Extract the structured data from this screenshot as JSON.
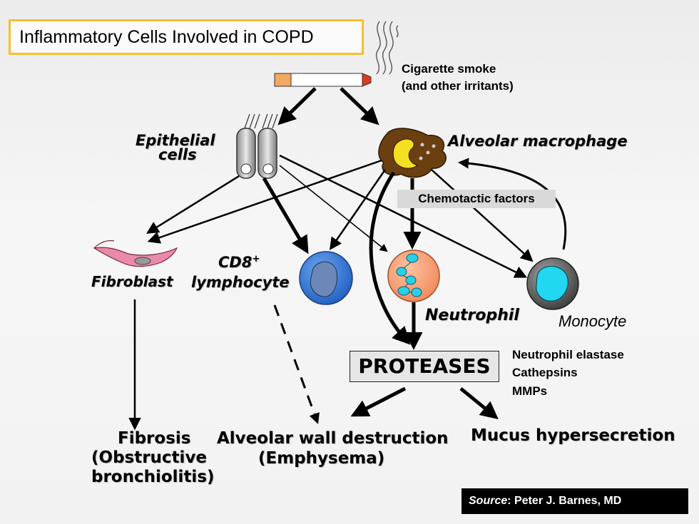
{
  "title": "Inflammatory Cells Involved in COPD",
  "smoke_label_1": "Cigarette smoke",
  "smoke_label_2": "(and other irritants)",
  "epithelial_1": "Epithelial",
  "epithelial_2": "cells",
  "macrophage": "Alveolar macrophage",
  "chemotactic": "Chemotactic factors",
  "fibroblast": "Fibroblast",
  "cd8": "CD8",
  "cd8_sup": "+",
  "lymphocyte": "lymphocyte",
  "neutrophil": "Neutrophil",
  "monocyte": "Monocyte",
  "proteases": "PROTEASES",
  "protease_list": [
    "Neutrophil elastase",
    "Cathepsins",
    "MMPs"
  ],
  "outcomes": {
    "fibrosis_1": "Fibrosis",
    "fibrosis_2": "(Obstructive",
    "fibrosis_3": "bronchiolitis)",
    "alveolar_1": "Alveolar wall destruction",
    "alveolar_2": "(Emphysema)",
    "mucus": "Mucus hypersecretion"
  },
  "source_prefix": "Source",
  "source_text": ":  Peter J. Barnes, MD",
  "colors": {
    "title_border": "#f2c12e",
    "fibroblast": "#e88aa8",
    "lymphocyte": "#3a7bd5",
    "neutrophil": "#f5a078",
    "monocyte": "#555555",
    "granule": "#29d0e8",
    "macrophage": "#6b3f10",
    "macrophage_nucleus": "#f4e020"
  }
}
